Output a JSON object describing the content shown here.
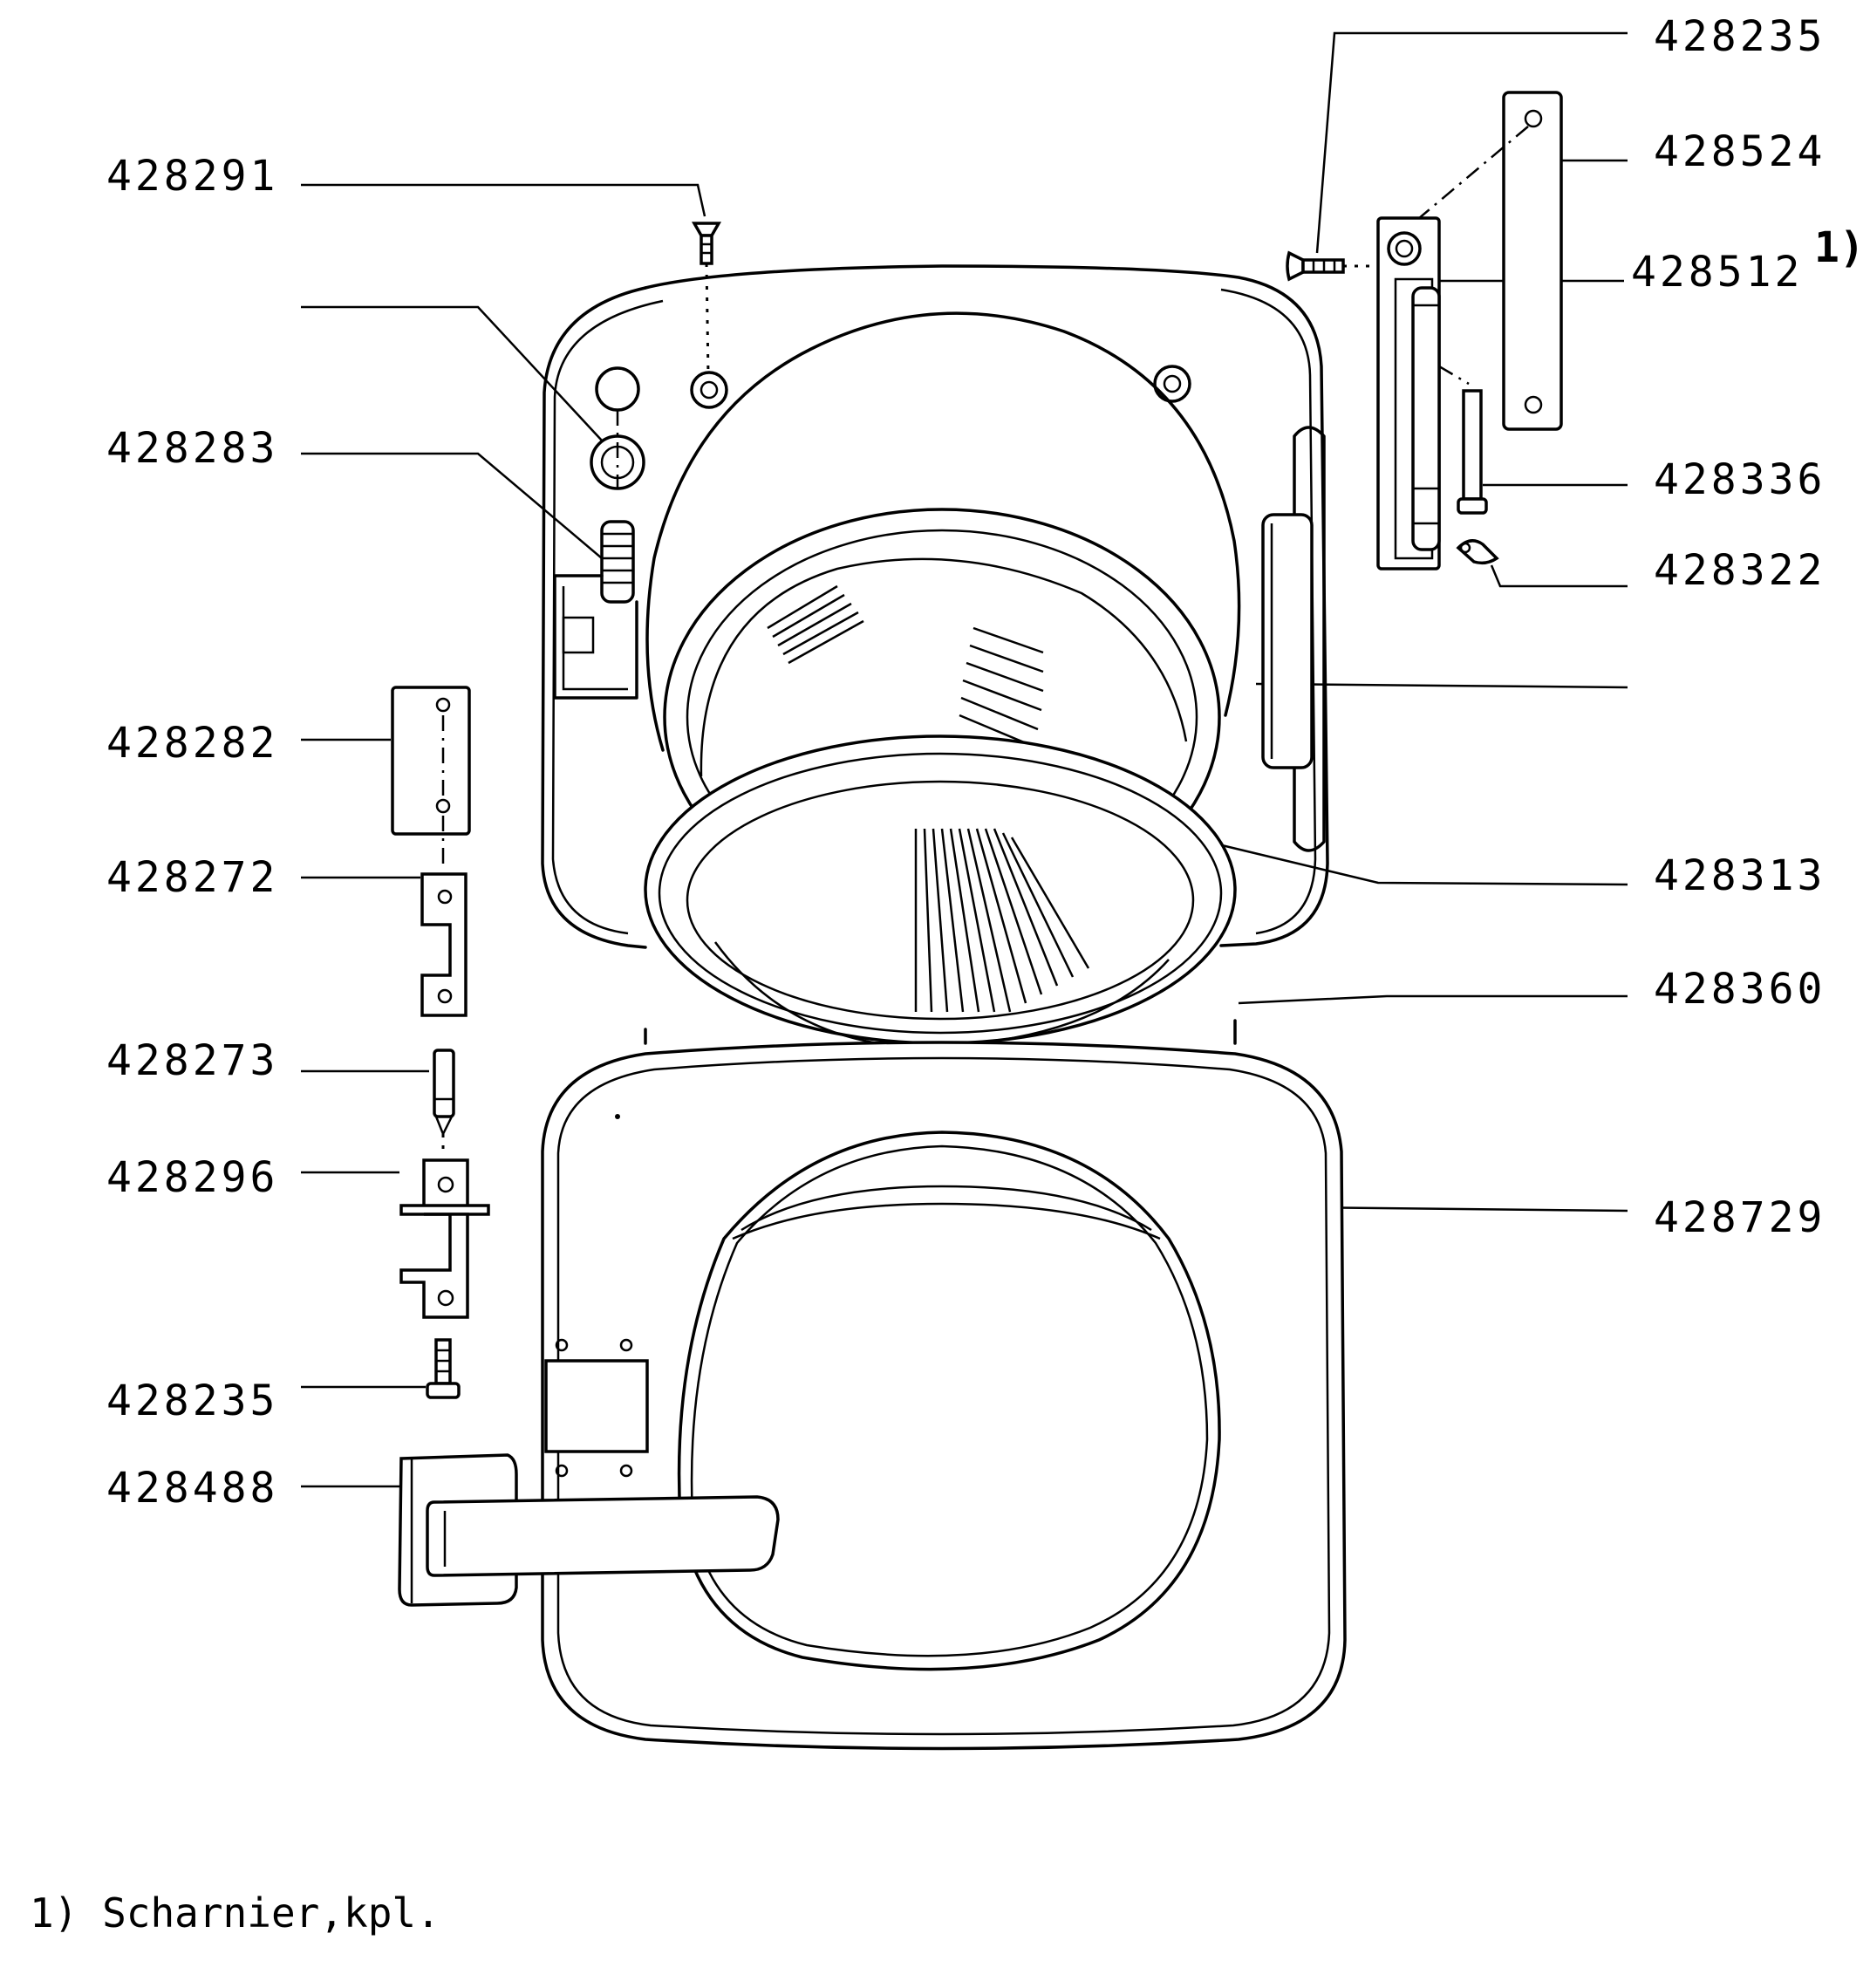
{
  "labels": {
    "l_428291": "428291",
    "l_428283": "428283",
    "l_428282": "428282",
    "l_428272": "428272",
    "l_428273": "428273",
    "l_428296": "428296",
    "l_428235_left": "428235",
    "l_428488": "428488",
    "l_428235_right": "428235",
    "l_428524": "428524",
    "l_428512": "428512",
    "l_428336": "428336",
    "l_428322": "428322",
    "l_428313": "428313",
    "l_428360": "428360",
    "l_428729": "428729",
    "footnote_marker": "1)"
  },
  "footnote": "1) Scharnier,kpl."
}
